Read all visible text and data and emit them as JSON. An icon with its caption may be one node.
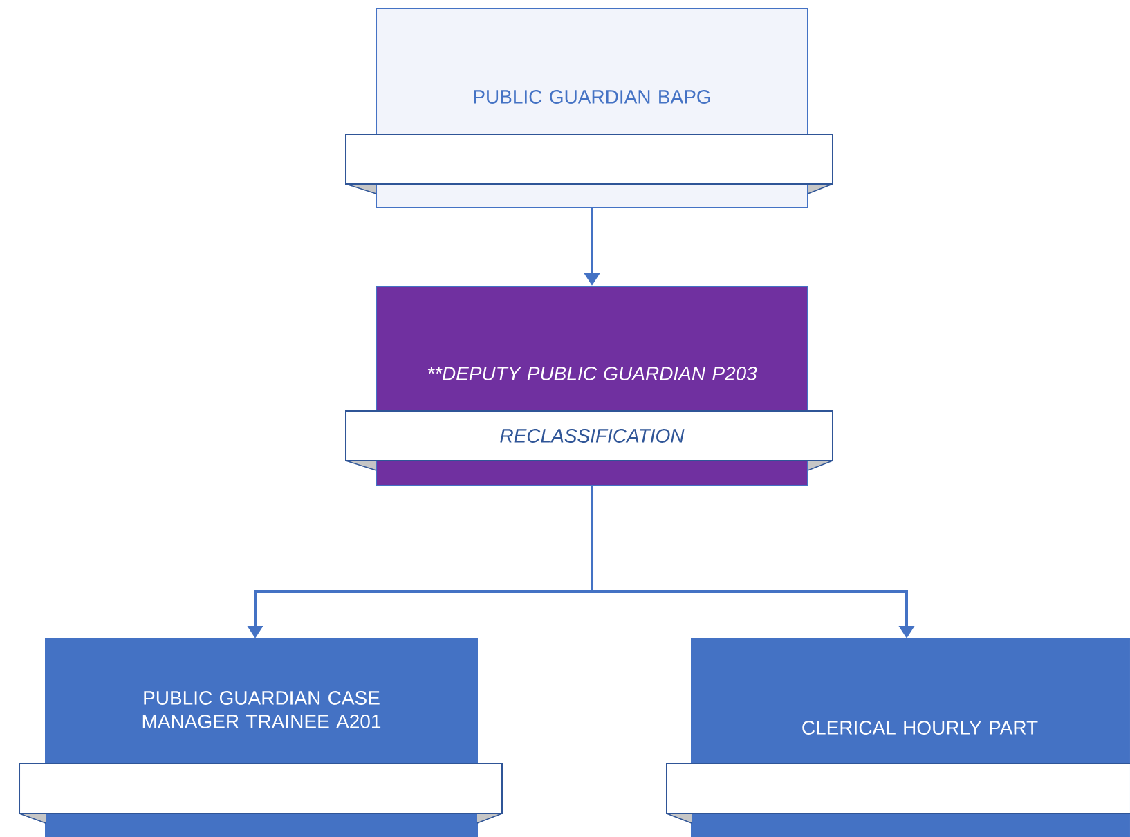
{
  "diagram": {
    "nodes": [
      {
        "text": [
          "PUBLIC GUARDIAN BAPG"
        ]
      },
      {
        "text": [
          "**DEPUTY PUBLIC GUARDIAN P203",
          "RECLASSIFICATION"
        ]
      },
      {
        "text": [
          "PUBLIC GUARDIAN CASE MANAGER TRAINEE A201"
        ]
      },
      {
        "text": [
          "CLERICAL HOURLY PART"
        ]
      }
    ],
    "edges": [
      {
        "from": 0,
        "to": 1,
        "arrow": "to"
      },
      {
        "from": 1,
        "to": 2,
        "arrow": "to"
      },
      {
        "from": 1,
        "to": 3,
        "arrow": "to"
      }
    ]
  }
}
